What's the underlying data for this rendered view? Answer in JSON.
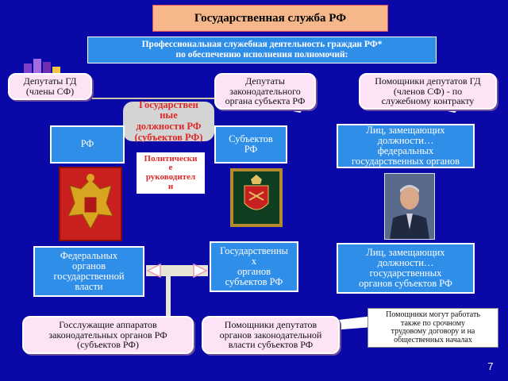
{
  "header": {
    "title": "Государственная служба РФ",
    "subtitle_line1": "Профессиональная служебная деятельность граждан РФ*",
    "subtitle_line2": "по обеспечению исполнения полномочий:"
  },
  "top_row": {
    "left_line1": "Депутаты ГД",
    "left_line2": "(члены СФ)",
    "middle_line1": "Депутаты",
    "middle_line2": "законодательного",
    "middle_line3": "органа субъекта РФ",
    "right_line1": "Помощники депутатов ГД",
    "right_line2": "(членов СФ)  - по",
    "right_line3": "служебному контракту"
  },
  "positions": {
    "line1": "Государствен",
    "line2": "ные",
    "line3": "должности РФ",
    "line4": "(субъектов РФ)"
  },
  "political": {
    "line1": "Политически",
    "line2": "е",
    "line3": "руководител",
    "line4": "и"
  },
  "row2": {
    "rf": "РФ",
    "subjects_line1": "Субъектов",
    "subjects_line2": "РФ",
    "federal_line1": "Лиц, замещающих",
    "federal_line2": "должности…",
    "federal_line3": "федеральных",
    "federal_line4": "государственных органов"
  },
  "row3": {
    "federal_bodies_line1": "Федеральных",
    "federal_bodies_line2": "органов",
    "federal_bodies_line3": "государственной",
    "federal_bodies_line4": "власти",
    "state_bodies_line1": "Государственны",
    "state_bodies_line2": "х",
    "state_bodies_line3": "органов",
    "state_bodies_line4": "субъектов РФ",
    "regional_line1": "Лиц, замещающих",
    "regional_line2": "должности…",
    "regional_line3": "государственных",
    "regional_line4": "органов субъектов РФ"
  },
  "bottom_row": {
    "civil_line1": "Госслужащие аппаратов",
    "civil_line2": "законодательных органов РФ",
    "civil_line3": "(субъектов РФ)",
    "assistants_line1": "Помощники депутатов",
    "assistants_line2": "органов законодательной",
    "assistants_line3": "власти субъектов РФ",
    "note_line1": "Помощники могут работать",
    "note_line2": "также по срочному",
    "note_line3": "трудовому договору и на",
    "note_line4": "общественных началах"
  },
  "page_number": "7",
  "colors": {
    "background": "#0b08a8",
    "blue_box": "#2f8ee8",
    "pink_box": "#fde3f6",
    "title_box": "#f6b88a",
    "red_text": "#e02828"
  },
  "icons": {
    "left_arrow": "triangle-left",
    "right_arrow": "triangle-right"
  }
}
